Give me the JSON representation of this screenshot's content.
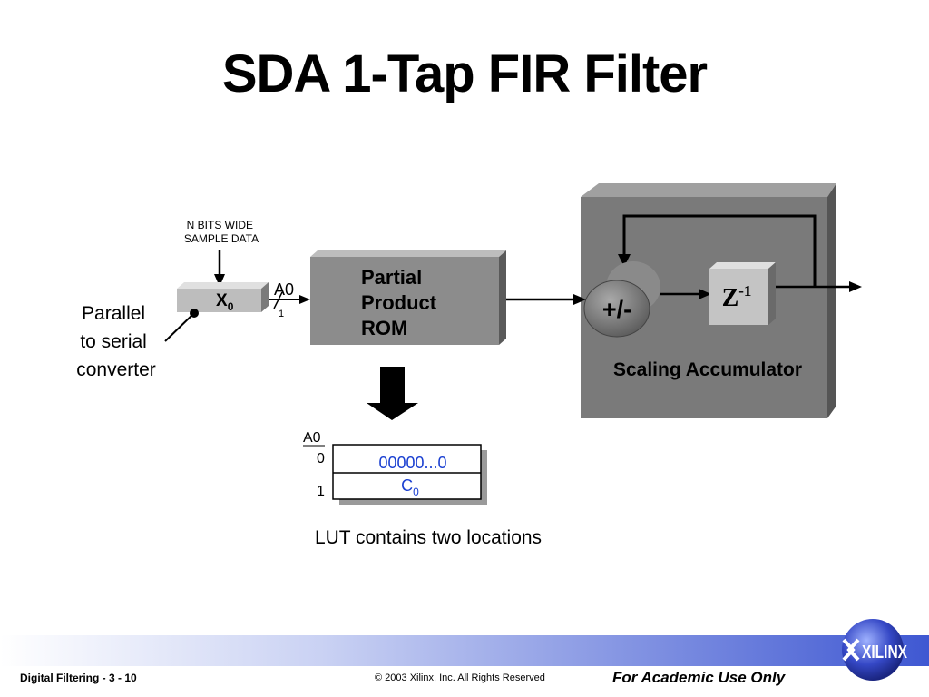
{
  "slide": {
    "title": "SDA 1-Tap FIR Filter"
  },
  "diagram": {
    "input_label_line1": "N BITS WIDE",
    "input_label_line2": "SAMPLE DATA",
    "register_label": "X",
    "register_subscript": "0",
    "converter_line1": "Parallel",
    "converter_line2": "to serial",
    "converter_line3": "converter",
    "address_label": "A0",
    "bus_width": "1",
    "rom_line1": "Partial",
    "rom_line2": "Product",
    "rom_line3": "ROM",
    "adder_label": "+/-",
    "delay_label": "Z",
    "delay_exponent": "-1",
    "accumulator_label": "Scaling Accumulator"
  },
  "lut": {
    "address_header": "A0",
    "rows": [
      {
        "address": "0",
        "value": "00000...0",
        "subscript": ""
      },
      {
        "address": "1",
        "value": "C",
        "subscript": "0"
      }
    ],
    "caption": "LUT contains two locations"
  },
  "footer": {
    "left": "Digital Filtering  - 3 - 10",
    "center": "© 2003 Xilinx, Inc. All Rights Reserved",
    "right": "For Academic Use Only",
    "logo_text": "XILINX"
  },
  "colors": {
    "accumulator_box": "#7a7a7a",
    "rom_box": "#8c8c8c",
    "lut_text": "#1a3fd1",
    "footer_band": "#4a63d6"
  }
}
